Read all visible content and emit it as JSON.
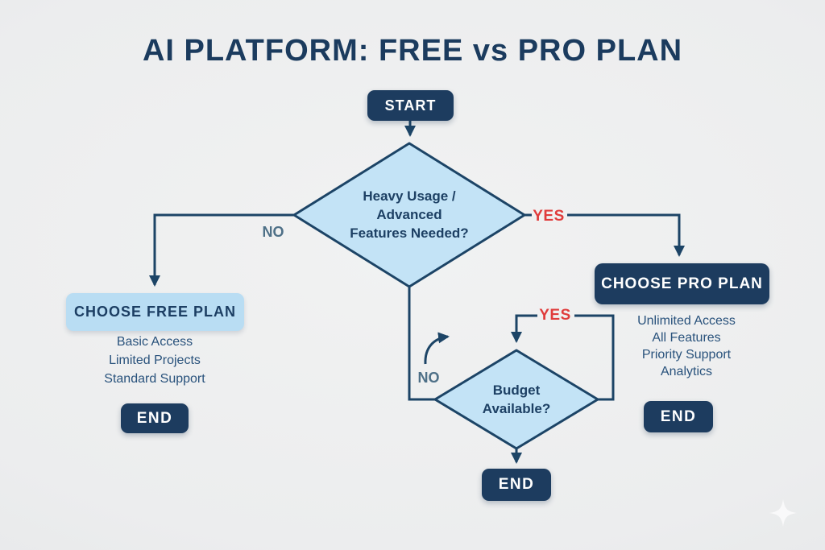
{
  "title": "AI PLATFORM: FREE vs PRO PLAN",
  "colors": {
    "navy": "#1d3c5f",
    "line": "#1c4466",
    "light-blue": "#c3e3f6",
    "free-blue": "#b9ddf3",
    "red": "#e03c3c",
    "muted": "#4e7087",
    "title": "#1b3b5e",
    "body-text": "#29527c",
    "bg": "#ecedee"
  },
  "nodes": {
    "start": {
      "label": "START"
    },
    "decision_main": {
      "question": "Heavy Usage /\nAdvanced\nFeatures Needed?"
    },
    "free_plan": {
      "label": "CHOOSE FREE PLAN",
      "features": "Basic Access\nLimited Projects\nStandard Support"
    },
    "pro_plan": {
      "label": "CHOOSE PRO PLAN",
      "features": "Unlimited Access\nAll Features\nPriority Support\nAnalytics"
    },
    "decision_budget": {
      "question": "Budget\nAvailable?"
    },
    "end_free": {
      "label": "END"
    },
    "end_pro": {
      "label": "END"
    },
    "end_budget": {
      "label": "END"
    }
  },
  "edges": {
    "main_no_label": "NO",
    "main_yes_label": "YES",
    "budget_yes_label": "YES",
    "budget_no_label": "NO"
  }
}
